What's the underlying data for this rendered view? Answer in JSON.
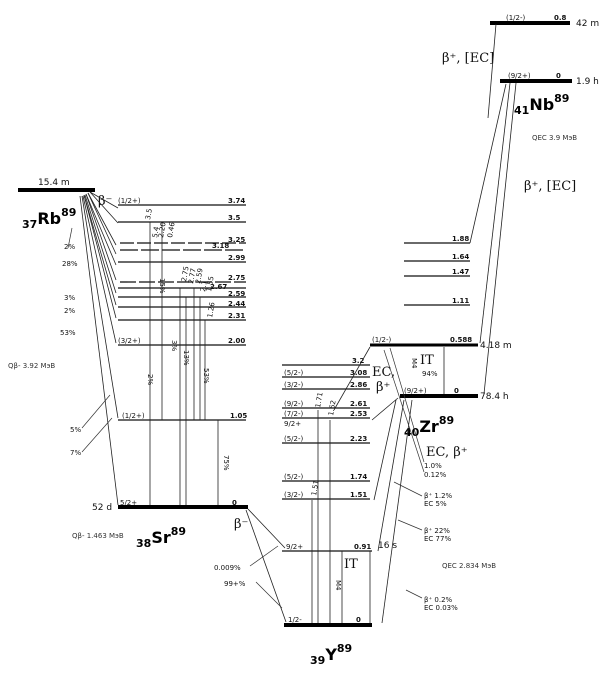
{
  "nuclides": {
    "rb": {
      "z": "37",
      "sym": "Rb",
      "a": "89",
      "halflife": "15.4 m",
      "q": "Qβ- 3.92 MэВ"
    },
    "sr": {
      "z": "38",
      "sym": "Sr",
      "a": "89",
      "halflife": "52 d",
      "q": "Qβ- 1.463 MэВ"
    },
    "y": {
      "z": "39",
      "sym": "Y",
      "a": "89"
    },
    "zr": {
      "z": "40",
      "sym": "Zr",
      "a": "89",
      "halflife": "78.4 h",
      "iso_halflife": "4.18 m"
    },
    "nb": {
      "z": "41",
      "sym": "Nb",
      "a": "89",
      "halflife": "1.9 h",
      "iso_halflife": "42 m",
      "q": "QEC 3.9 MэВ"
    },
    "y_iso_halflife": "16 s",
    "zr_q": "QEC 2.834 MэВ"
  },
  "decay_labels": {
    "rb_beta": "β⁻",
    "sr_beta": "β⁻",
    "nb_beta": "β⁺, [EC]",
    "nb_beta2": "β⁺, [EC]",
    "zr_ec": "EC,",
    "zr_beta": "β⁺",
    "zr_ec2": "EC, β⁺",
    "it": "IT",
    "it2": "IT",
    "m4": "M4",
    "m4b": "M4"
  },
  "sr_levels": [
    {
      "spin": "(1/2+)",
      "energy": "3.74"
    },
    {
      "spin": "",
      "energy": "3.5"
    },
    {
      "spin": "",
      "energy": "3.25"
    },
    {
      "spin": "",
      "energy": "3.18"
    },
    {
      "spin": "",
      "energy": "2.99"
    },
    {
      "spin": "",
      "energy": "2.75"
    },
    {
      "spin": "",
      "energy": "2.67"
    },
    {
      "spin": "",
      "energy": "2.59"
    },
    {
      "spin": "",
      "energy": "2.44"
    },
    {
      "spin": "",
      "energy": "2.31"
    },
    {
      "spin": "(3/2+)",
      "energy": "2.00"
    },
    {
      "spin": "(1/2+)",
      "energy": "1.05"
    },
    {
      "spin": "5/2+",
      "energy": "0"
    }
  ],
  "sr_gammas": [
    "3.5",
    "2.20",
    "5.4",
    "0.46",
    "2.75",
    "2.77",
    "2.59",
    "2.1",
    "1.55",
    "1.26"
  ],
  "rb_branches": [
    "2%",
    "28%",
    "3%",
    "2%",
    "53%",
    "5%",
    "7%"
  ],
  "sr_gamma_int": [
    "15%",
    "3%",
    "13%",
    "53%",
    "2%",
    "75%"
  ],
  "sr_gs_branches": [
    "0.009%",
    "99+%"
  ],
  "y_levels": [
    {
      "spin": "",
      "energy": "3.2"
    },
    {
      "spin": "(5/2-)",
      "energy": "3.08"
    },
    {
      "spin": "(3/2-)",
      "energy": "2.86"
    },
    {
      "spin": "(9/2-)",
      "energy": "2.61"
    },
    {
      "spin": "(7/2-)",
      "energy": "2.53"
    },
    {
      "spin": "9/2+",
      "energy": ""
    },
    {
      "spin": "(5/2-)",
      "energy": "2.23"
    },
    {
      "spin": "(5/2-)",
      "energy": "1.74"
    },
    {
      "spin": "(3/2-)",
      "energy": "1.51"
    },
    {
      "spin": "9/2+",
      "energy": "0.91"
    },
    {
      "spin": "1/2-",
      "energy": "0"
    }
  ],
  "y_gammas": [
    "1.71",
    "1.62",
    "1.51"
  ],
  "zr_levels": [
    {
      "spin": "",
      "energy": "1.88"
    },
    {
      "spin": "",
      "energy": "1.64"
    },
    {
      "spin": "",
      "energy": "1.47"
    },
    {
      "spin": "",
      "energy": "1.11"
    },
    {
      "spin": "(1/2-)",
      "energy": "0.588"
    },
    {
      "spin": "(9/2+)",
      "energy": "0"
    }
  ],
  "zr_branches": [
    "94%",
    "1.0%",
    "0.12%",
    "β⁺ 1.2%",
    "EC 5%",
    "β⁺ 22%",
    "EC 77%",
    "β⁺ 0.2%",
    "EC 0.03%"
  ],
  "nb_levels": [
    {
      "spin": "(1/2-)",
      "energy": "0.8"
    },
    {
      "spin": "(9/2+)",
      "energy": "0"
    }
  ]
}
